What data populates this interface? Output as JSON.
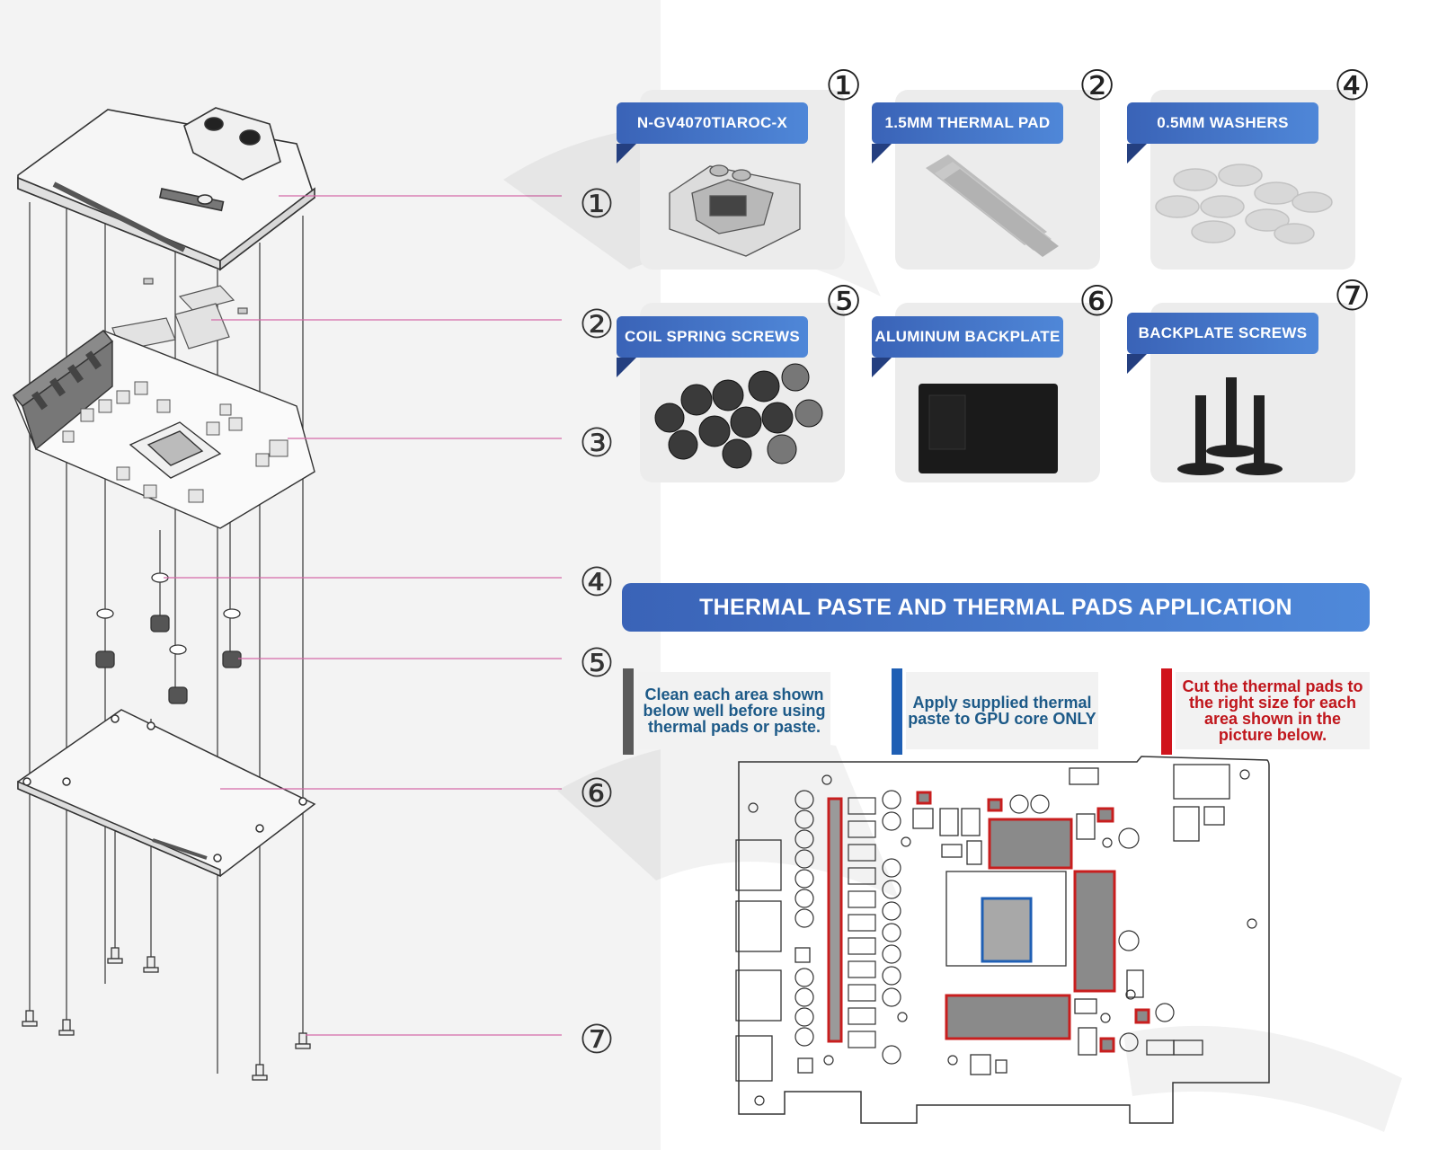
{
  "callouts": [
    "①",
    "②",
    "③",
    "④",
    "⑤",
    "⑥",
    "⑦"
  ],
  "parts": [
    {
      "num": "①",
      "label": "N-GV4070TIAROC-X",
      "icon": "water-block-image"
    },
    {
      "num": "②",
      "label": "1.5MM THERMAL PAD",
      "icon": "thermal-pad-image"
    },
    {
      "num": "④",
      "label": "0.5MM WASHERS",
      "icon": "washers-image"
    },
    {
      "num": "⑤",
      "label": "COIL SPRING SCREWS",
      "icon": "spring-screws-image"
    },
    {
      "num": "⑥",
      "label": "ALUMINUM BACKPLATE",
      "icon": "backplate-image"
    },
    {
      "num": "⑦",
      "label": "BACKPLATE SCREWS",
      "icon": "backplate-screws-image"
    }
  ],
  "banner": "THERMAL PASTE AND THERMAL PADS APPLICATION",
  "notes": [
    {
      "text": "Clean each area shown below well before using thermal pads or paste.",
      "color": "#1d5a88",
      "bar": "#5a5a5a"
    },
    {
      "text": "Apply supplied thermal paste to GPU core ONLY",
      "color": "#1d5a88",
      "bar": "#1f5fb4"
    },
    {
      "text": "Cut the thermal pads to the right size for each area shown in the picture below.",
      "color": "#c0161c",
      "bar": "#d0141c"
    }
  ],
  "colors": {
    "accent": "#3d6cc0",
    "leader": "#d46aa8",
    "pad": "#c81e1e",
    "core": "#1f5fb4"
  }
}
